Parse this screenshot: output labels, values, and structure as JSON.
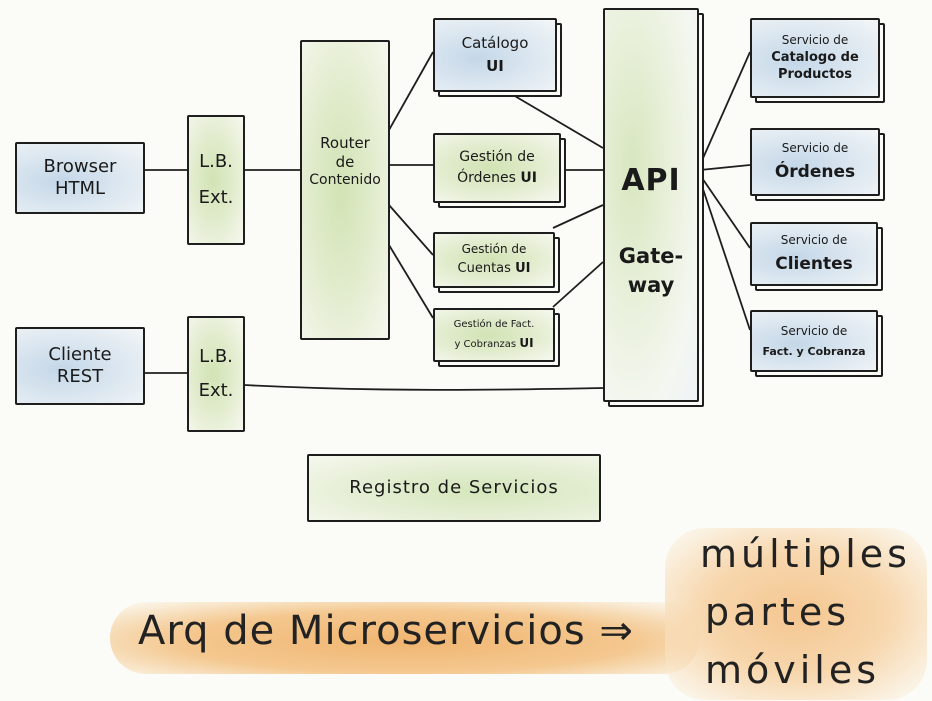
{
  "clients": {
    "browser": {
      "line1": "Browser",
      "line2": "HTML"
    },
    "rest": {
      "line1": "Cliente",
      "line2": "REST"
    }
  },
  "load_balancers": {
    "lb1": {
      "line1": "L.B.",
      "line2": "Ext."
    },
    "lb2": {
      "line1": "L.B.",
      "line2": "Ext."
    }
  },
  "router": {
    "line1": "Router",
    "line2": "de",
    "line3": "Contenido"
  },
  "ui_modules": [
    {
      "line1": "Catálogo",
      "line2": "UI"
    },
    {
      "line1": "Gestión de",
      "line2a": "Órdenes",
      "line2b": "UI"
    },
    {
      "line1": "Gestión de",
      "line2a": "Cuentas",
      "line2b": "UI"
    },
    {
      "line1": "Gestión de Fact.",
      "line2a": "y Cobranzas",
      "line2b": "UI"
    }
  ],
  "api_gateway": {
    "title": "API",
    "sub1": "Gate-",
    "sub2": "way"
  },
  "services": [
    {
      "line1": "Servicio de",
      "line2": "Catalogo de",
      "line3": "Productos"
    },
    {
      "line1": "Servicio de",
      "line2": "Órdenes"
    },
    {
      "line1": "Servicio de",
      "line2": "Clientes"
    },
    {
      "line1": "Servicio de",
      "line2": "Fact. y Cobranza"
    }
  ],
  "registry": {
    "label": "Registro de Servicios"
  },
  "banner": {
    "label": "Arq de Microservicios ⇒"
  },
  "note": {
    "line1": "múltiples",
    "line2": "partes",
    "line3": "móviles"
  },
  "colors": {
    "client_fill": "#c4d7e8",
    "component_fill": "#d2e3b4",
    "highlight": "#f0b570",
    "ink": "#1e1e1e"
  }
}
